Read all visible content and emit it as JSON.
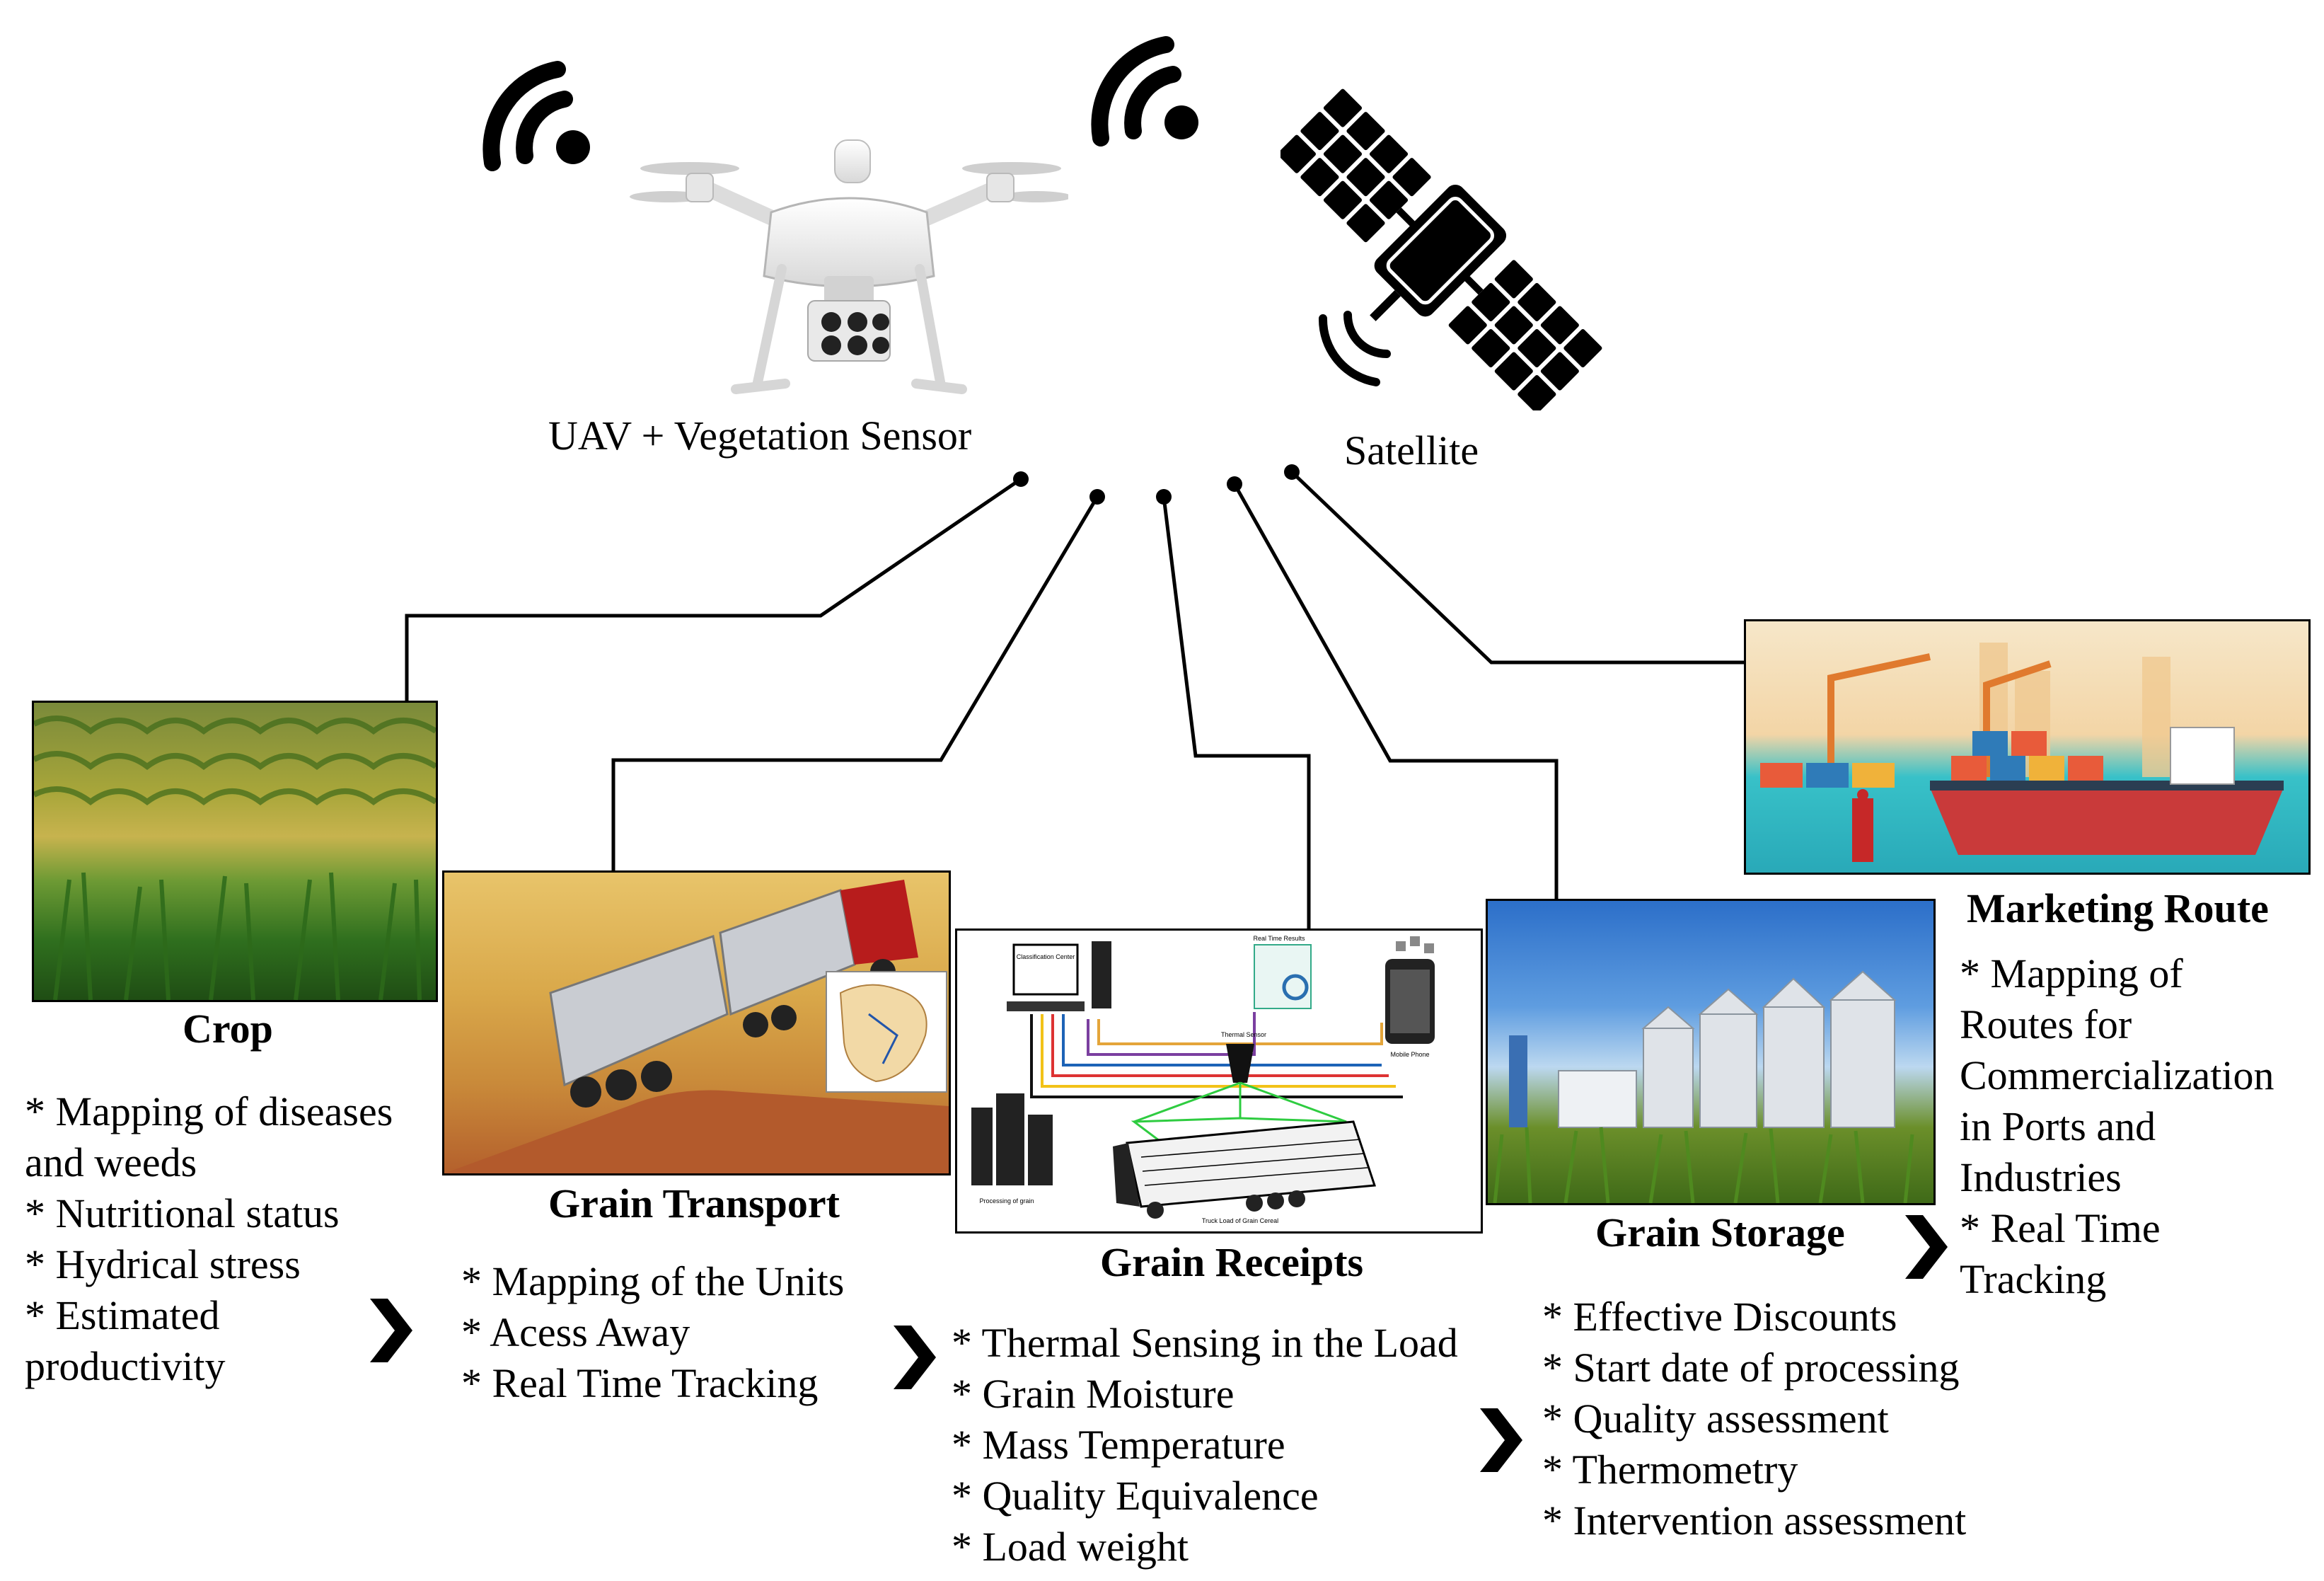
{
  "sources": {
    "uav_label": "UAV + Vegetation Sensor",
    "satellite_label": "Satellite"
  },
  "stages": {
    "crop": {
      "title": "Crop",
      "items": [
        "* Mapping of diseases",
        "and weeds",
        "* Nutritional status",
        "* Hydrical stress",
        "* Estimated",
        "productivity"
      ]
    },
    "transport": {
      "title": "Grain Transport",
      "items": [
        "* Mapping of the Units",
        "* Acess Away",
        "* Real Time Tracking"
      ]
    },
    "receipts": {
      "title": "Grain Receipts",
      "items": [
        "* Thermal Sensing in the Load",
        "* Grain Moisture",
        "* Mass Temperature",
        "* Quality Equivalence",
        "* Load weight"
      ],
      "inset_labels": [
        "Classification Center",
        "Real Time Results",
        "Thermal Sensor",
        "Mobile Phone",
        "Processing of grain",
        "Truck Load of Grain Cereal"
      ]
    },
    "storage": {
      "title": "Grain Storage",
      "items": [
        "* Effective Discounts",
        "* Start date of processing",
        "* Quality assessment",
        "* Thermometry",
        "* Intervention assessment"
      ]
    },
    "marketing": {
      "title": "Marketing Route",
      "items": [
        "* Mapping of",
        "Routes for",
        "Commercialization",
        "in Ports and",
        "Industries",
        "* Real Time",
        "Tracking"
      ]
    }
  },
  "icons": {
    "wifi_left": "wifi-signal-icon",
    "wifi_right": "wifi-signal-icon",
    "satellite": "satellite-icon",
    "drone": "drone-icon",
    "arrow": "chevron-right-icon"
  }
}
